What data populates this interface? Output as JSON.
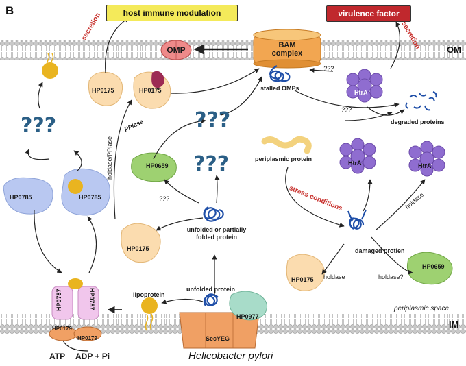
{
  "panel_label": "B",
  "boxes": {
    "host_immune": "host immune modulation",
    "virulence": "virulence factor"
  },
  "membranes": {
    "outer": "OM",
    "inner": "IM",
    "periplasm": "periplasmic space"
  },
  "organism": "Helicobacter pylori",
  "labels": {
    "secretion": "secretion",
    "omp": "OMP",
    "bam": "BAM complex",
    "stalled": "stalled OMPs",
    "degraded": "degraded proteins",
    "hp0175": "HP0175",
    "hp0659": "HP0659",
    "hp0785": "HP0785",
    "hp0787": "HP0787",
    "hp0179": "HP0179",
    "hp0977": "HP0977",
    "htra": "HtrA",
    "ppiase": "PPIase",
    "holdase_ppiase": "holdase/PPIase",
    "holdase": "holdase",
    "holdase_q": "holdase?",
    "qqq": "???",
    "periplasmic_protein": "periplasmic protein",
    "stress": "stress conditions",
    "damaged": "damaged protien",
    "unfolded_partial": "unfolded or partially folded protein",
    "unfolded": "unfolded protein",
    "lipoprotein": "lipoprotein",
    "secyeg": "SecYEG",
    "atp": "ATP",
    "adp": "ADP + Pi",
    "big_q": "???"
  }
}
